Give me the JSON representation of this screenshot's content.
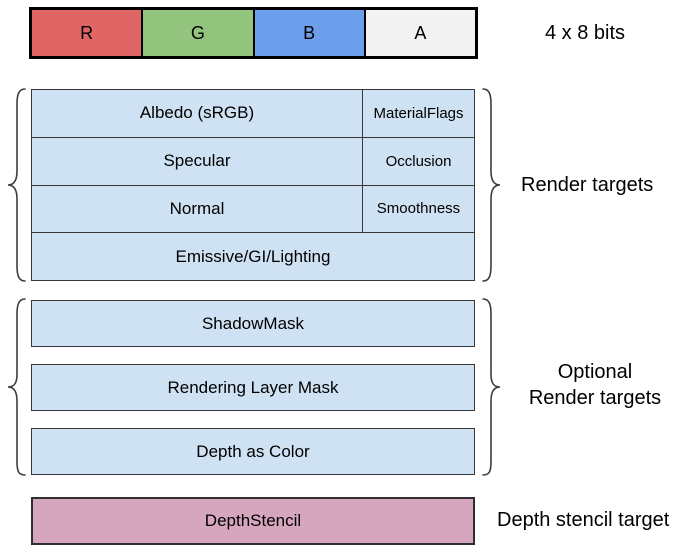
{
  "format_bar": {
    "channels": [
      {
        "label": "R",
        "color": "#e06666"
      },
      {
        "label": "G",
        "color": "#93c47d"
      },
      {
        "label": "B",
        "color": "#6d9eeb"
      },
      {
        "label": "A",
        "color": "#f3f3f3"
      }
    ],
    "bits_label": "4 x 8 bits"
  },
  "render_targets": {
    "group_label": "Render targets",
    "fill_color": "#cfe2f3",
    "rows": [
      {
        "main": "Albedo (sRGB)",
        "alpha": "MaterialFlags"
      },
      {
        "main": "Specular",
        "alpha": "Occlusion"
      },
      {
        "main": "Normal",
        "alpha": "Smoothness"
      },
      {
        "main": "Emissive/GI/Lighting"
      }
    ]
  },
  "optional_render_targets": {
    "group_label_line1": "Optional",
    "group_label_line2": "Render targets",
    "fill_color": "#cfe2f3",
    "boxes": [
      "ShadowMask",
      "Rendering Layer Mask",
      "Depth as Color"
    ]
  },
  "depth_stencil": {
    "box_label": "DepthStencil",
    "group_label": "Depth stencil target",
    "fill_color": "#d5a6bd"
  }
}
